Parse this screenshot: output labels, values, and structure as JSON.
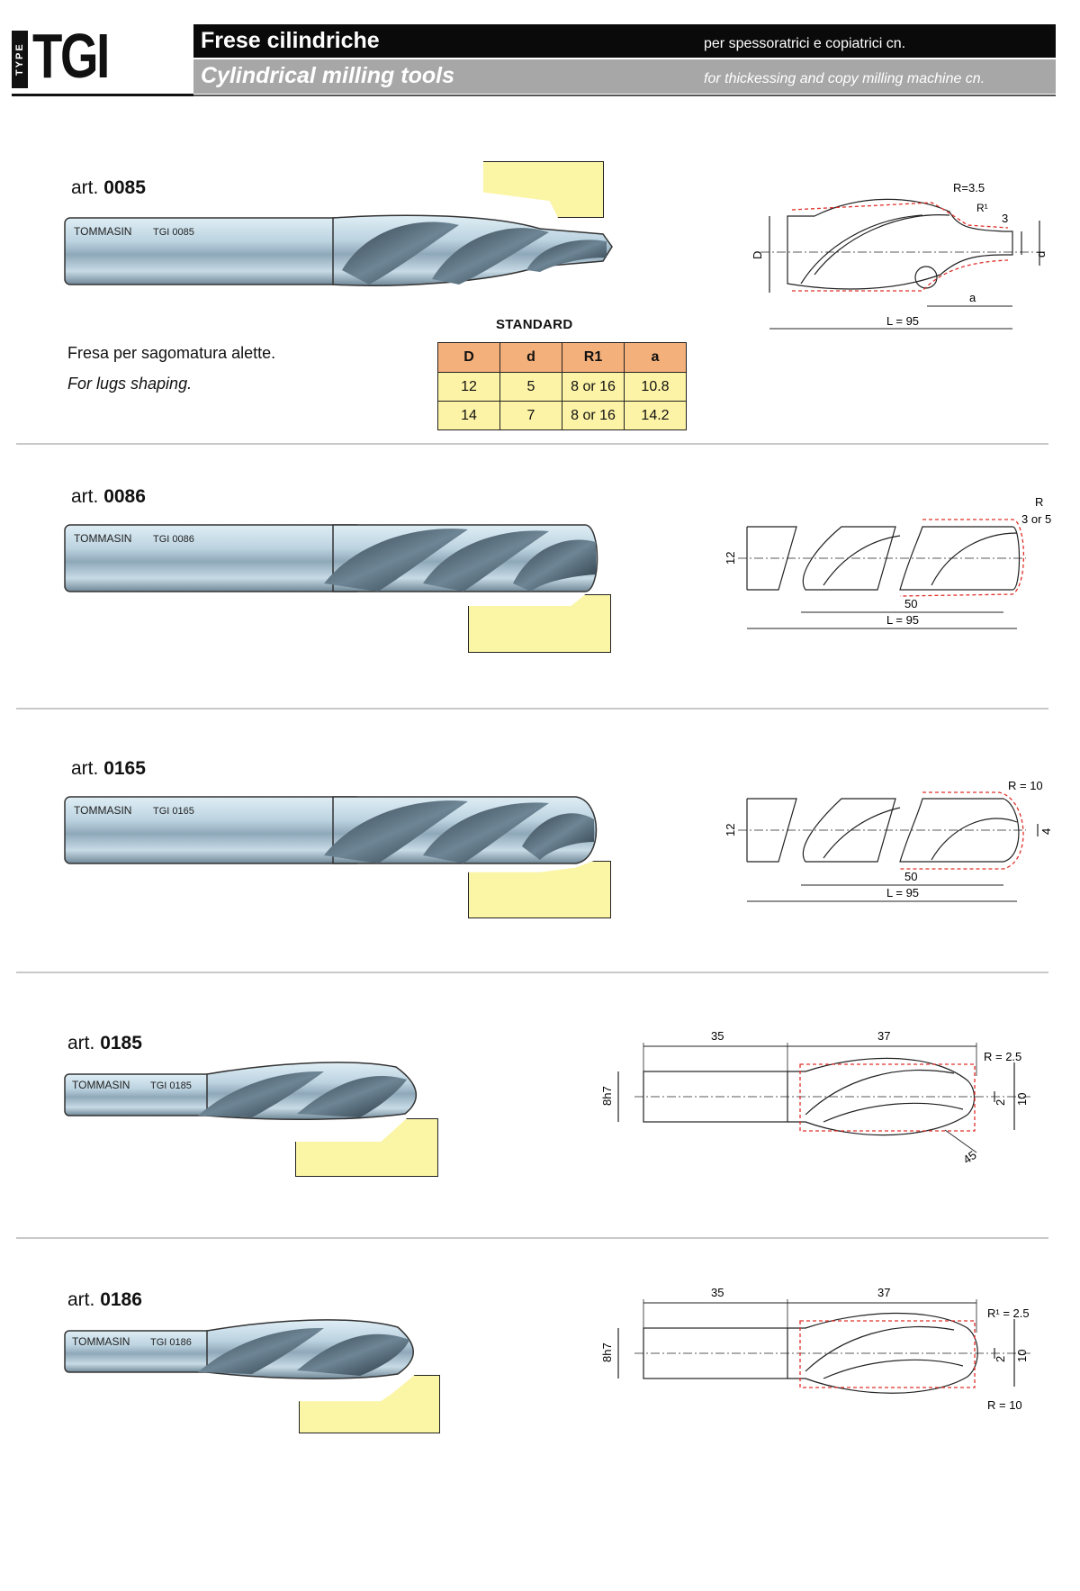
{
  "header": {
    "type_label": "TYPE",
    "series": "TGI",
    "title_it": "Frese cilindriche",
    "subtitle_it": "per spessoratrici e copiatrici cn.",
    "title_en": "Cylindrical milling tools",
    "subtitle_en": "for thickessing and copy milling machine cn."
  },
  "art_prefix": "art.",
  "brand": "TOMMASIN",
  "articles": [
    {
      "code": "0085",
      "engraving": "TGI 0085",
      "description_it": "Fresa per sagomatura alette.",
      "description_en": "For lugs shaping.",
      "drawing_labels": [
        "R=3.5",
        "R¹",
        "3",
        "D",
        "d",
        "a",
        "L = 95"
      ],
      "standard": {
        "title": "STANDARD",
        "headers": [
          "D",
          "d",
          "R1",
          "a"
        ],
        "rows": [
          [
            "12",
            "5",
            "8 or 16",
            "10.8"
          ],
          [
            "14",
            "7",
            "8 or 16",
            "14.2"
          ]
        ]
      }
    },
    {
      "code": "0086",
      "engraving": "TGI 0086",
      "drawing_labels": [
        "R",
        "3 or 5",
        "12",
        "50",
        "L = 95"
      ]
    },
    {
      "code": "0165",
      "engraving": "TGI 0165",
      "drawing_labels": [
        "R = 10",
        "12",
        "4",
        "50",
        "L = 95"
      ]
    },
    {
      "code": "0185",
      "engraving": "TGI 0185",
      "drawing_labels": [
        "35",
        "37",
        "R = 2.5",
        "8h7",
        "2",
        "10",
        "45"
      ]
    },
    {
      "code": "0186",
      "engraving": "TGI 0186",
      "drawing_labels": [
        "35",
        "37",
        "R¹ = 2.5",
        "8h7",
        "2",
        "10",
        "R = 10"
      ]
    }
  ],
  "colors": {
    "band_black": "#0a0a0a",
    "band_grey": "#a7a7a7",
    "profile_fill": "#fbf5a6",
    "table_header": "#f4b07a",
    "table_cell": "#fcf3a6",
    "dash_red": "#e0302a",
    "steel_light": "#d9e9f2",
    "steel_mid": "#9fb7c7",
    "steel_dark": "#3b4a56"
  }
}
